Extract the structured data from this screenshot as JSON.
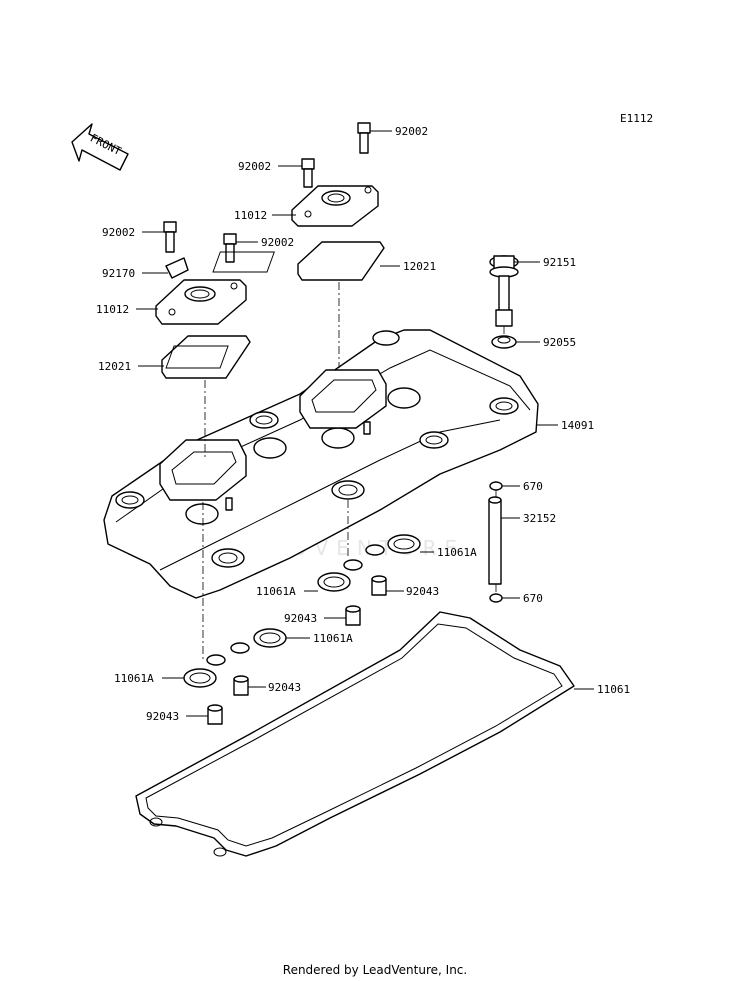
{
  "diagram": {
    "figure_code": "E1112",
    "front_arrow_text": "FRONT",
    "watermark": "LEADVENTURE",
    "labels": {
      "bolt_92002_a": "92002",
      "bolt_92002_b": "92002",
      "bolt_92002_c": "92002",
      "bolt_92002_d": "92002",
      "cap_11012_upper": "11012",
      "cap_11012_lower": "11012",
      "clamp_92170": "92170",
      "gasket_12021_right": "12021",
      "gasket_12021_left": "12021",
      "bolt_92151": "92151",
      "washer_92055": "92055",
      "cover_14091": "14091",
      "oring_670_top": "670",
      "pipe_32152": "32152",
      "oring_670_bottom": "670",
      "seal_11061A_1": "11061A",
      "seal_11061A_2": "11061A",
      "seal_11061A_3": "11061A",
      "seal_11061A_4": "11061A",
      "collar_92043_1": "92043",
      "collar_92043_2": "92043",
      "collar_92043_3": "92043",
      "collar_92043_4": "92043",
      "gasket_11061": "11061"
    }
  },
  "footer": {
    "credit": "Rendered by LeadVenture, Inc."
  }
}
